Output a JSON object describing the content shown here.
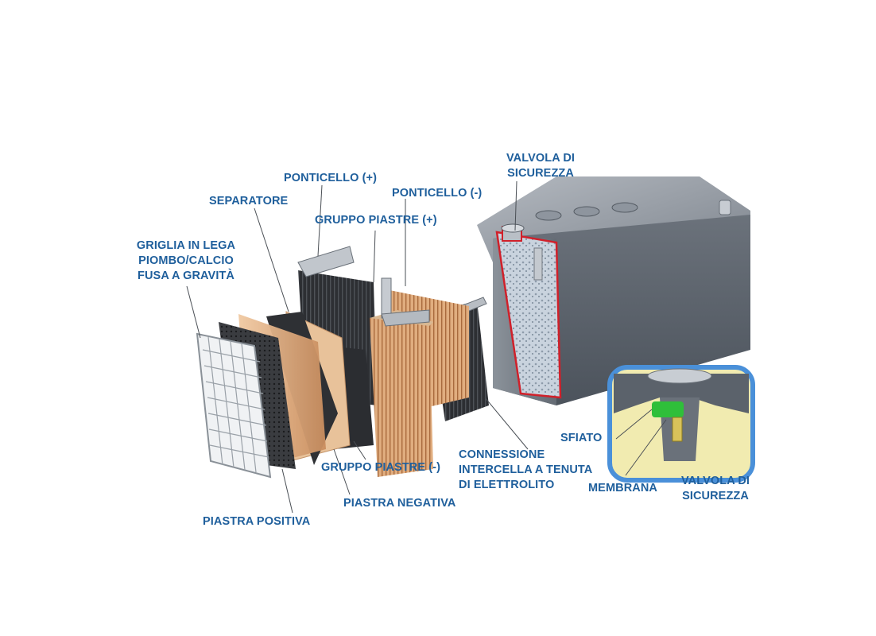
{
  "labels": {
    "valvola_top": "VALVOLA DI\nSICUREZZA",
    "ponticello_pos": "PONTICELLO (+)",
    "ponticello_neg": "PONTICELLO (-)",
    "separatore": "SEPARATORE",
    "gruppo_pos": "GRUPPO PIASTRE (+)",
    "griglia": "GRIGLIA IN LEGA\nPIOMBO/CALCIO\nFUSA A GRAVITÀ",
    "sfiato": "SFIATO",
    "connessione": "CONNESSIONE\nINTERCELLA A TENUTA\nDI ELETTROLITO",
    "gruppo_neg": "GRUPPO PIASTRE (-)",
    "membrana": "MEMBRANA",
    "valvola_bottom": "VALVOLA DI\nSICUREZZA",
    "piastra_neg": "PIASTRA NEGATIVA",
    "piastra_pos": "PIASTRA POSITIVA"
  },
  "colors": {
    "label": "#1f5f9c",
    "battery_body": "#5f6670",
    "inset_frame": "#4a90d9",
    "inset_fill": "#f1ebb0",
    "membrane": "#2fbf3a",
    "section_line": "#d0202a",
    "plate_wood": "#e3b58a"
  }
}
